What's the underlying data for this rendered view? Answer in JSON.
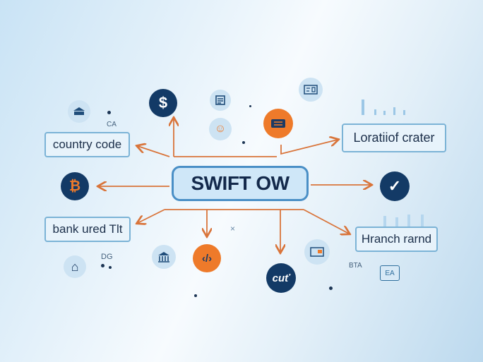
{
  "center": {
    "label": "SWIFT OW"
  },
  "nodes": {
    "country_code": "country code",
    "location": "Loratiiof crater",
    "bank": "bank ured Tlt",
    "branch": "Hranch rarnd"
  },
  "icon_glyphs": {
    "dollar": "$",
    "currency_left": "₿",
    "check": "✓",
    "bank_building": "🏛",
    "code": "‹/›",
    "bottom_dark": "cuť",
    "home": "⌂",
    "person": "☺",
    "minus_bars": "▬"
  },
  "small_labels": {
    "ca": "CA",
    "dg": "DG",
    "bta": "BTA",
    "ea": "EA",
    "x_mark": "×"
  },
  "icons": [
    "bank-building-icon",
    "dollar-icon",
    "document-icon",
    "id-card-icon",
    "person-icon",
    "menu-icon",
    "coin-icon",
    "check-icon",
    "bank-icon",
    "code-icon",
    "home-icon",
    "card-icon",
    "cut-icon"
  ],
  "colors": {
    "dark_circle": "#133a66",
    "orange": "#ee7a2a",
    "arrow": "#d9743a",
    "border": "#7bb3d6"
  }
}
